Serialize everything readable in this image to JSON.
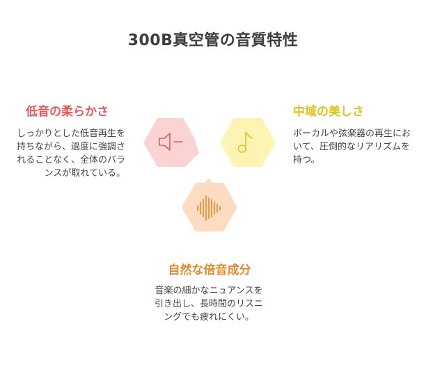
{
  "title": "300B真空管の音質特性",
  "features": [
    {
      "heading": "低音の柔らかさ",
      "description": "しっかりとした低音再生を持ちながら、過度に強調されることなく、全体のバランスが取れている。",
      "color": "#e5595c",
      "icon": "speaker-low-volume-icon",
      "fill": "#fcd3d3"
    },
    {
      "heading": "中域の美しさ",
      "description": "ボーカルや弦楽器の再生において、圧倒的なリアリズムを持つ。",
      "color": "#e0c21a",
      "icon": "music-note-icon",
      "fill": "#fdf4b4"
    },
    {
      "heading": "自然な倍音成分",
      "description": "音楽の細かなニュアンスを引き出し、長時間のリスニングでも疲れにくい。",
      "color": "#e4892f",
      "icon": "sound-wave-icon",
      "fill": "#fddcc2"
    }
  ]
}
